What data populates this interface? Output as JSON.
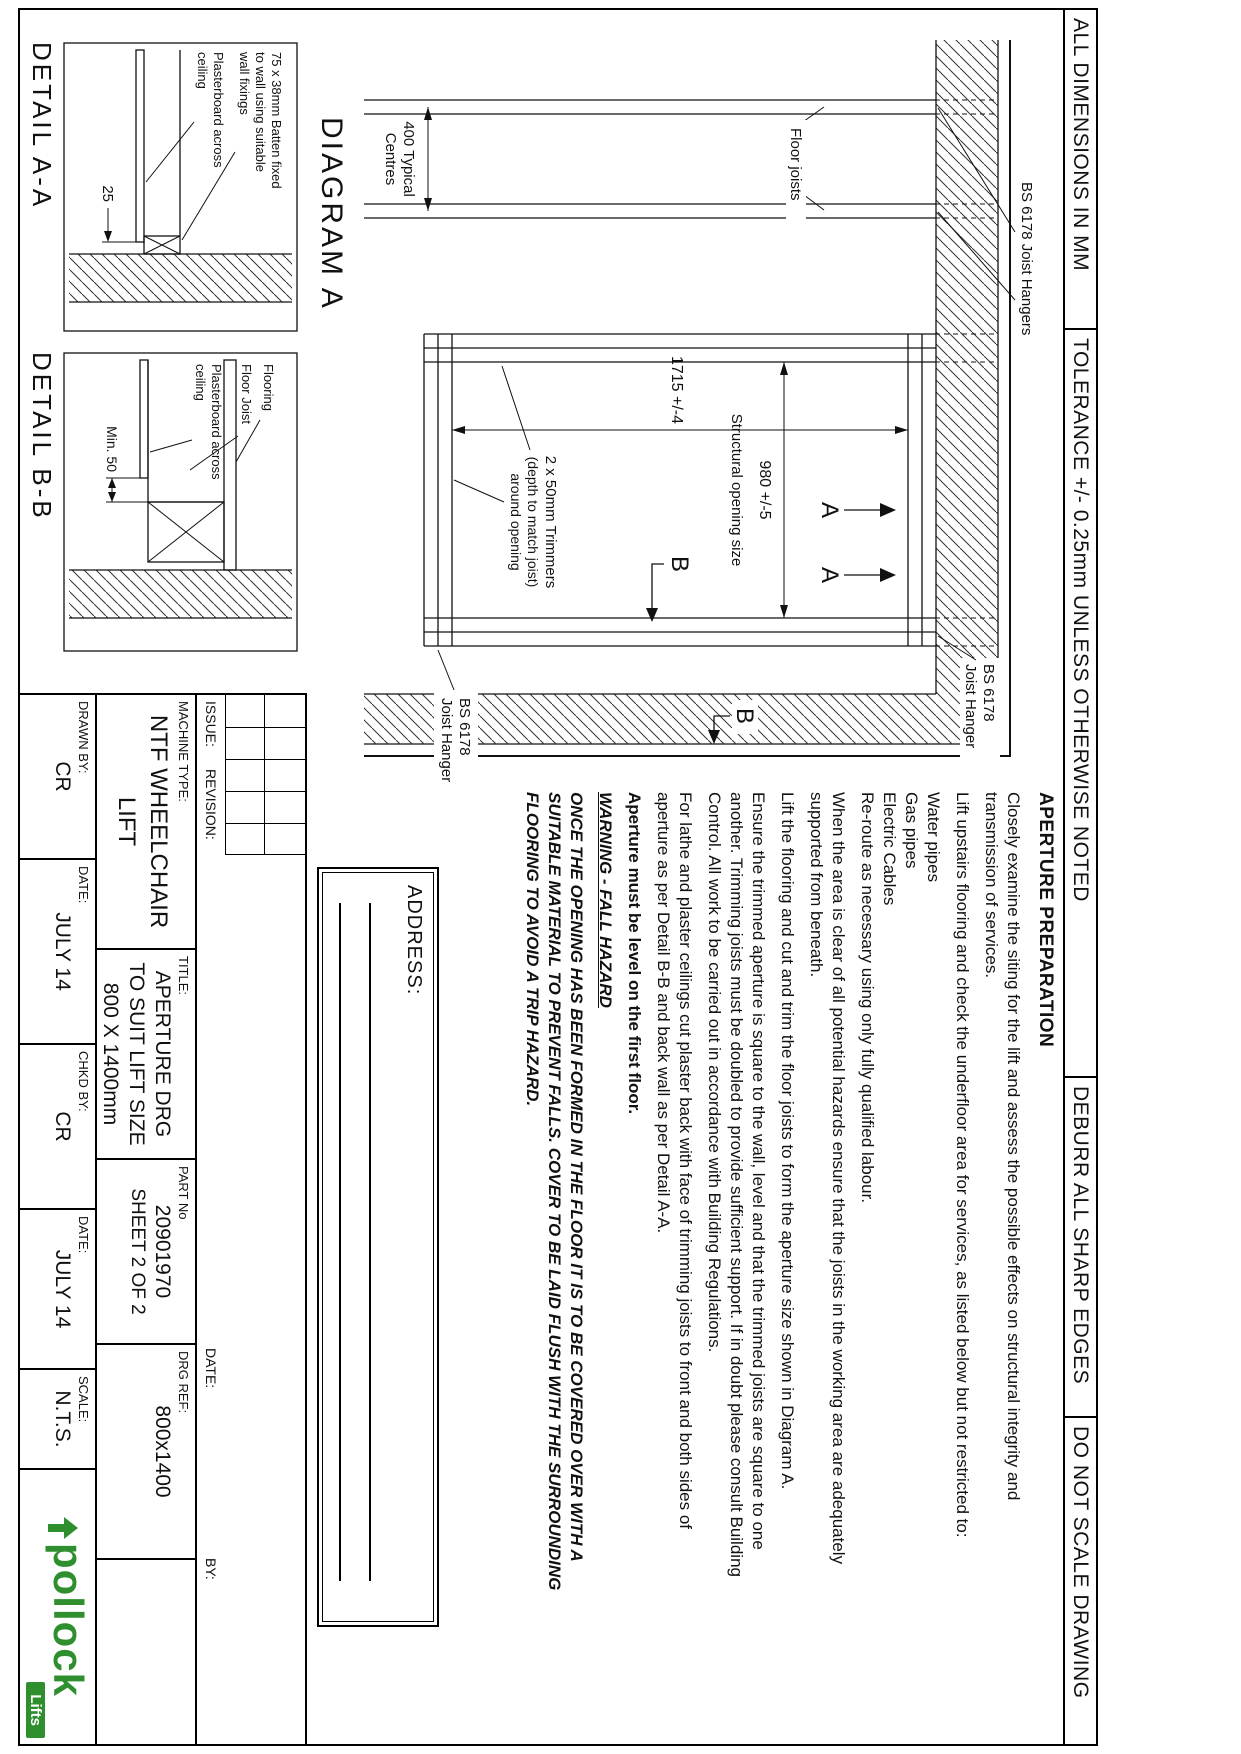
{
  "strip": {
    "cells": [
      "ALL DIMENSIONS IN MM",
      "TOLERANCE +/- 0.25mm UNLESS OTHERWISE NOTED",
      "DEBURR ALL SHARP EDGES",
      "DO NOT SCALE DRAWING"
    ]
  },
  "diagram": {
    "title": "DIAGRAM A",
    "labels": {
      "floor_joists": "Floor joists",
      "hangers_top": "BS 6178 Joist Hangers",
      "hanger_1": "BS 6178",
      "hanger_2": "Joist Hanger",
      "trimmers_1": "2 x 50mm Trimmers",
      "trimmers_2": "(depth to match joist)",
      "trimmers_3": "around opening",
      "centres_1": "400 Typical",
      "centres_2": "Centres",
      "dim_height": "1715 +/-4",
      "dim_width": "980 +/-5",
      "opening": "Structural opening size",
      "section_a": "A",
      "section_b": "B"
    }
  },
  "detail_a": {
    "title": "DETAIL A-A",
    "labels": {
      "batten_1": "75 x 38mm Batten fixed",
      "batten_2": "to wall using suitable",
      "batten_3": "wall fixings",
      "plasterboard_1": "Plasterboard across",
      "plasterboard_2": "ceiling",
      "dim": "25"
    }
  },
  "detail_b": {
    "title": "DETAIL B-B",
    "labels": {
      "flooring": "Flooring",
      "joist": "Floor Joist",
      "plasterboard_1": "Plasterboard across",
      "plasterboard_2": "ceiling",
      "dim": "Min. 50"
    }
  },
  "notes": {
    "heading": "APERTURE PREPARATION",
    "p1": "Closely examine the siting for the lift and assess the possible effects on structural integrity and transmission of services.",
    "p2": "Lift upstairs flooring and check the underfloor area for services, as listed below but not restricted to:",
    "services": [
      "Water pipes",
      "Gas pipes",
      "Electric Cables",
      "Re-route as necessary using only fully qualified labour."
    ],
    "p3": "When the area is clear of all potential hazards ensure that the joists in the working area are adequately supported from beneath.",
    "p4": "Lift the flooring and cut and trim the floor joists to form the aperture size shown in Diagram A.",
    "p5": "Ensure the trimmed aperture is square to the wall, level and that the trimmed joists are square to one another. Trimming joists must be doubled to provide sufficient support. If in doubt please consult Building Control.  All work to be carried out in accordance with Building Regulations.",
    "p6": "For lathe and plaster ceilings cut plaster back with face of trimming joists to front and both sides of aperture as per Detail B-B and back wall as per Detail A-A.",
    "level": "Aperture must be level on the first floor.",
    "warning_title": "WARNING - FALL HAZARD",
    "warning_body": "ONCE THE OPENING HAS BEEN FORMED IN THE FLOOR IT IS TO BE COVERED OVER WITH A SUITABLE MATERIAL TO PREVENT FALLS.  COVER TO BE LAID FLUSH WITH THE SURROUNDING FLOORING TO AVOID A TRIP HAZARD."
  },
  "address": {
    "label": "ADDRESS:"
  },
  "titleblock": {
    "issue_label": "ISSUE:",
    "revision_label": "REVISION:",
    "date_col_label": "DATE:",
    "by_label": "BY:",
    "machine_type_label": "MACHINE TYPE:",
    "machine_type_1": "NTF WHEELCHAIR",
    "machine_type_2": "LIFT",
    "title_label": "TITLE:",
    "title_1": "APERTURE DRG",
    "title_2": "TO SUIT LIFT SIZE",
    "title_3": "800 X 1400mm",
    "part_no_label": "PART No",
    "part_no": "20901970",
    "sheet": "SHEET 2 OF 2",
    "drg_ref_label": "DRG REF:",
    "drg_ref": "800x1400",
    "drawn_by_label": "DRAWN BY:",
    "drawn_by": "CR",
    "drawn_date_label": "DATE:",
    "drawn_date": "JULY 14",
    "chkd_by_label": "CHKD BY:",
    "chkd_by": "CR",
    "chkd_date_label": "DATE:",
    "chkd_date": "JULY 14",
    "scale_label": "SCALE:",
    "scale": "N.T.S.",
    "logo_text": "pollock",
    "logo_sub": "Lifts",
    "logo_color": "#2f8f2f"
  }
}
